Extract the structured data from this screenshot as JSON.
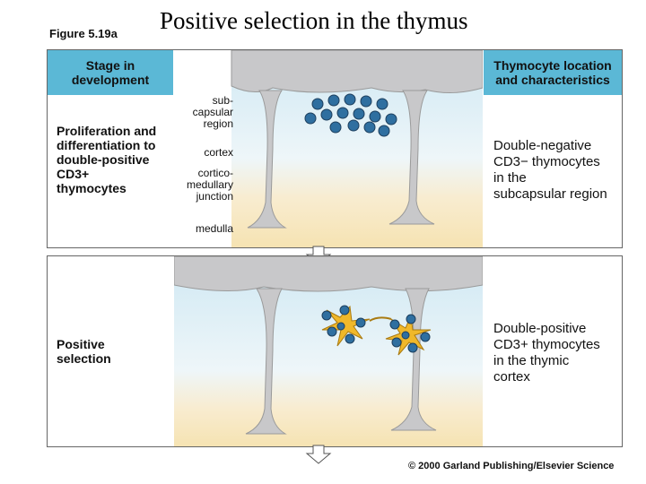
{
  "title": "Positive selection in the thymus",
  "figure_label": "Figure 5.19a",
  "header_left": "Stage in development",
  "header_right": "Thymocyte location and characteristics",
  "panel1": {
    "stage": "Proliferation and\ndifferentiation to\ndouble-positive\nCD3+\nthymocytes",
    "zones": {
      "subcapsular": "sub-\ncapsular\nregion",
      "cortex": "cortex",
      "junction": "cortico-\nmedullary\njunction",
      "medulla": "medulla"
    },
    "description": "Double-negative\nCD3− thymocytes\nin the\nsubcapsular region"
  },
  "panel2": {
    "stage": "Positive\nselection",
    "description": "Double-positive\nCD3+ thymocytes\nin the thymic\ncortex"
  },
  "credit": "© 2000 Garland Publishing/Elsevier Science",
  "colors": {
    "header_blue": "#5bb8d6",
    "capsule_blue": "#cfe8f3",
    "medulla_yellow": "#f6e3b2",
    "septum_grey": "#c8c8ca",
    "thymocyte_blue": "#2f6fa0",
    "epithelial_yellow": "#f0b82a"
  }
}
